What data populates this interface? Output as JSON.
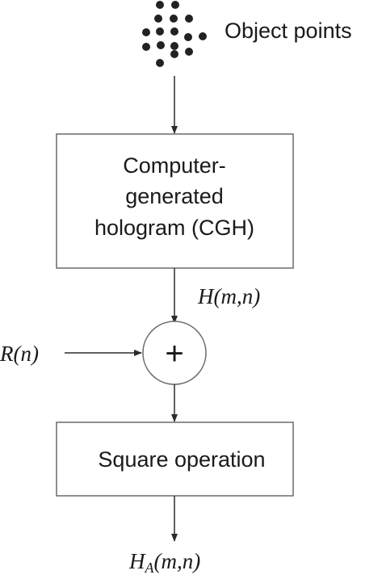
{
  "labels": {
    "object_points": "Object points",
    "cgh_line1": "Computer-",
    "cgh_line2": "generated",
    "cgh_line3": "hologram (CGH)",
    "h_signal": "H(m,n)",
    "r_signal": "R(n)",
    "adder_symbol": "+",
    "square_op": "Square operation",
    "ha_main": "H",
    "ha_sub": "A",
    "ha_rest": "(m,n)"
  },
  "colors": {
    "line": "#2b2b2b",
    "box_stroke": "#6a6a6a",
    "dot": "#222222",
    "text": "#1a1a1a"
  }
}
